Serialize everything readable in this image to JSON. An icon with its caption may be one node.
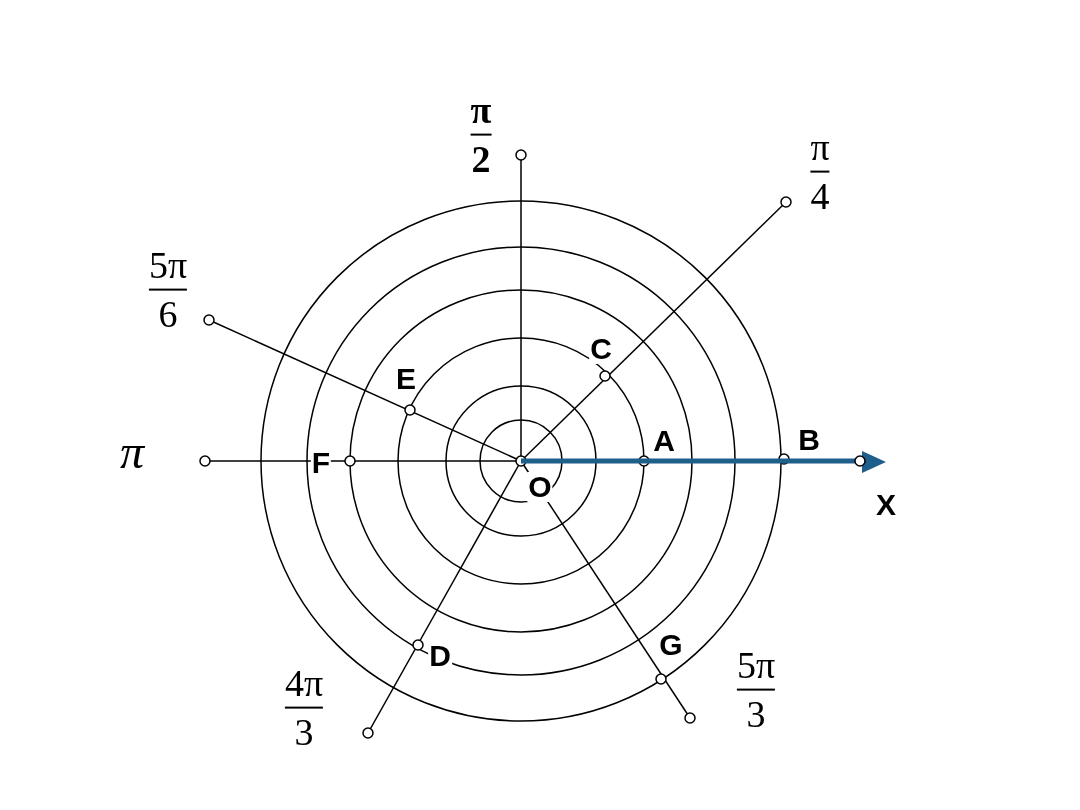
{
  "diagram": {
    "labels": [
      "π/2",
      "π/4",
      "5π/6",
      "C",
      "E",
      "π",
      "A",
      "B",
      "F",
      "O",
      "X",
      "G",
      "D",
      "5π/3",
      "4π/3"
    ]
  }
}
